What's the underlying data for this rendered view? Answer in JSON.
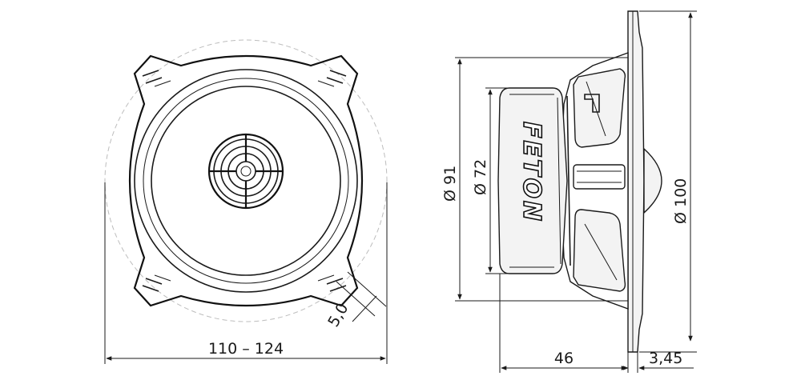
{
  "front_view": {
    "width_dimension": "110 – 124",
    "slot_width_dimension": "5,0"
  },
  "side_view": {
    "brand_label": "FETON",
    "outer_diameter_dimension": "Ø 100",
    "magnet_outer_diameter_dimension": "Ø 91",
    "magnet_inner_diameter_dimension": "Ø 72",
    "depth_dimension": "46",
    "flange_thickness_dimension": "3,45"
  }
}
